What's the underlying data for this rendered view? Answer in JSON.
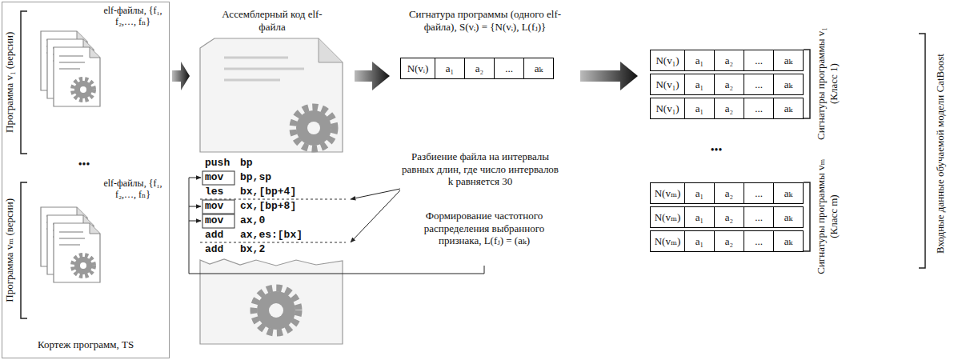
{
  "diagram": {
    "nodes": [
      {
        "text": [
          "Кортеж программ, TS"
        ]
      },
      {
        "text": [
          "Ассемблерный код elf-файла"
        ]
      },
      {
        "text": [
          "Сигнатура программы (одного elf-файла), S(vᵢ) = {N(vᵢ), L(fⱼ)}"
        ]
      },
      {
        "text": [
          "Входные данные обучаемой модели CatBoost"
        ]
      }
    ],
    "edges": [
      {
        "from": 0,
        "to": 1,
        "arrow": "to"
      },
      {
        "from": 1,
        "to": 2,
        "arrow": "to"
      },
      {
        "from": 2,
        "to": 3,
        "arrow": "to"
      }
    ],
    "labels": [
      "Программа v₁ (версии)",
      "elf-файлы, {f₁, f₂,…, fₙ}",
      "•••",
      "Программа vₘ (версии)",
      "elf-файлы, {f₁, f₂,…, fₙ}",
      "push",
      "bp",
      "mov",
      "bp,sp",
      "les",
      "bx,[bp+4]",
      "mov",
      "cx,[bp+8]",
      "mov",
      "ax,0",
      "add",
      "ax,es:[bx]",
      "add",
      "bx,2",
      "Разбиение файла на интервалы равных длин, где число интервалов k равняется 30",
      "Формирование частотного распределения выбранного признака, L(fⱼ) = (aₖ)",
      "N(vᵢ)",
      "a₁",
      "a₂",
      "...",
      "aₖ",
      "N(v₁)",
      "a₁",
      "a₂",
      "...",
      "aₖ",
      "N(v₁)",
      "a₁",
      "a₂",
      "...",
      "aₖ",
      "N(v₁)",
      "a₁",
      "a₂",
      "...",
      "aₖ",
      "N(vₘ)",
      "a₁",
      "a₂",
      "...",
      "aₖ",
      "N(vₘ)",
      "a₁",
      "a₂",
      "...",
      "aₖ",
      "N(vₘ)",
      "a₁",
      "a₂",
      "...",
      "aₖ",
      "•••",
      "Сигнатуры программы v₁ (Класс 1)",
      "Сигнатуры программы vₘ (Класс m)"
    ]
  }
}
